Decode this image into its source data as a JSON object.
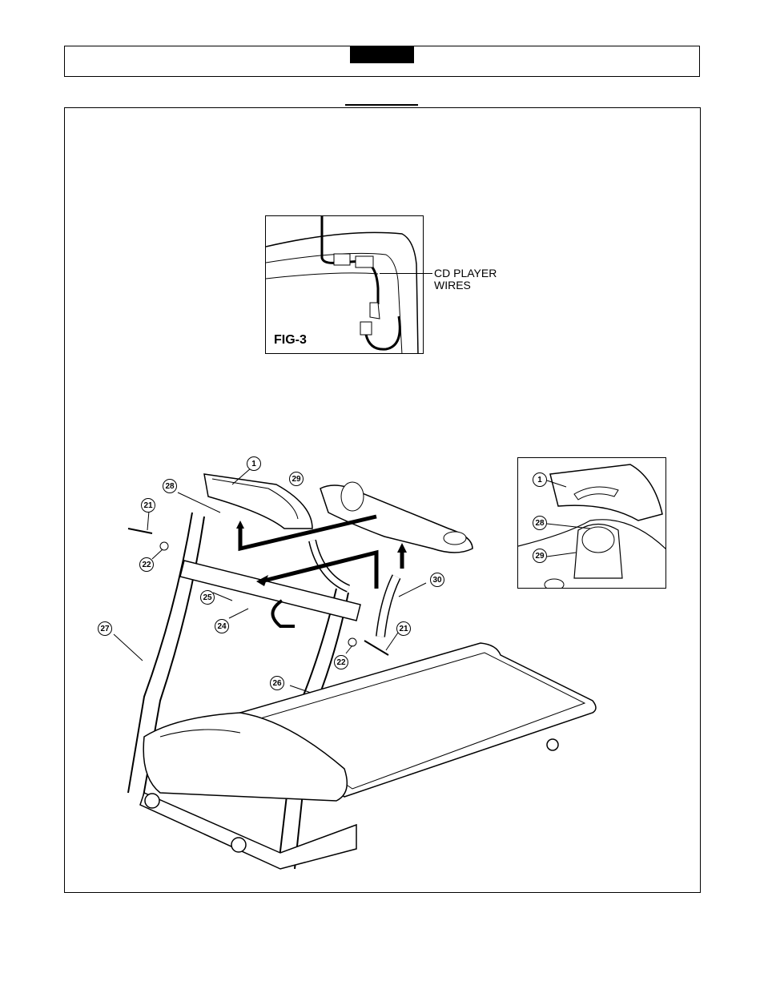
{
  "fig3": {
    "label": "FIG-3",
    "callout_line1": "CD PLAYER",
    "callout_line2": "WIRES"
  },
  "main_callouts": [
    "1",
    "28",
    "29",
    "21",
    "22",
    "25",
    "24",
    "27",
    "30",
    "21",
    "22",
    "26"
  ],
  "detail_callouts": [
    "1",
    "28",
    "29"
  ]
}
